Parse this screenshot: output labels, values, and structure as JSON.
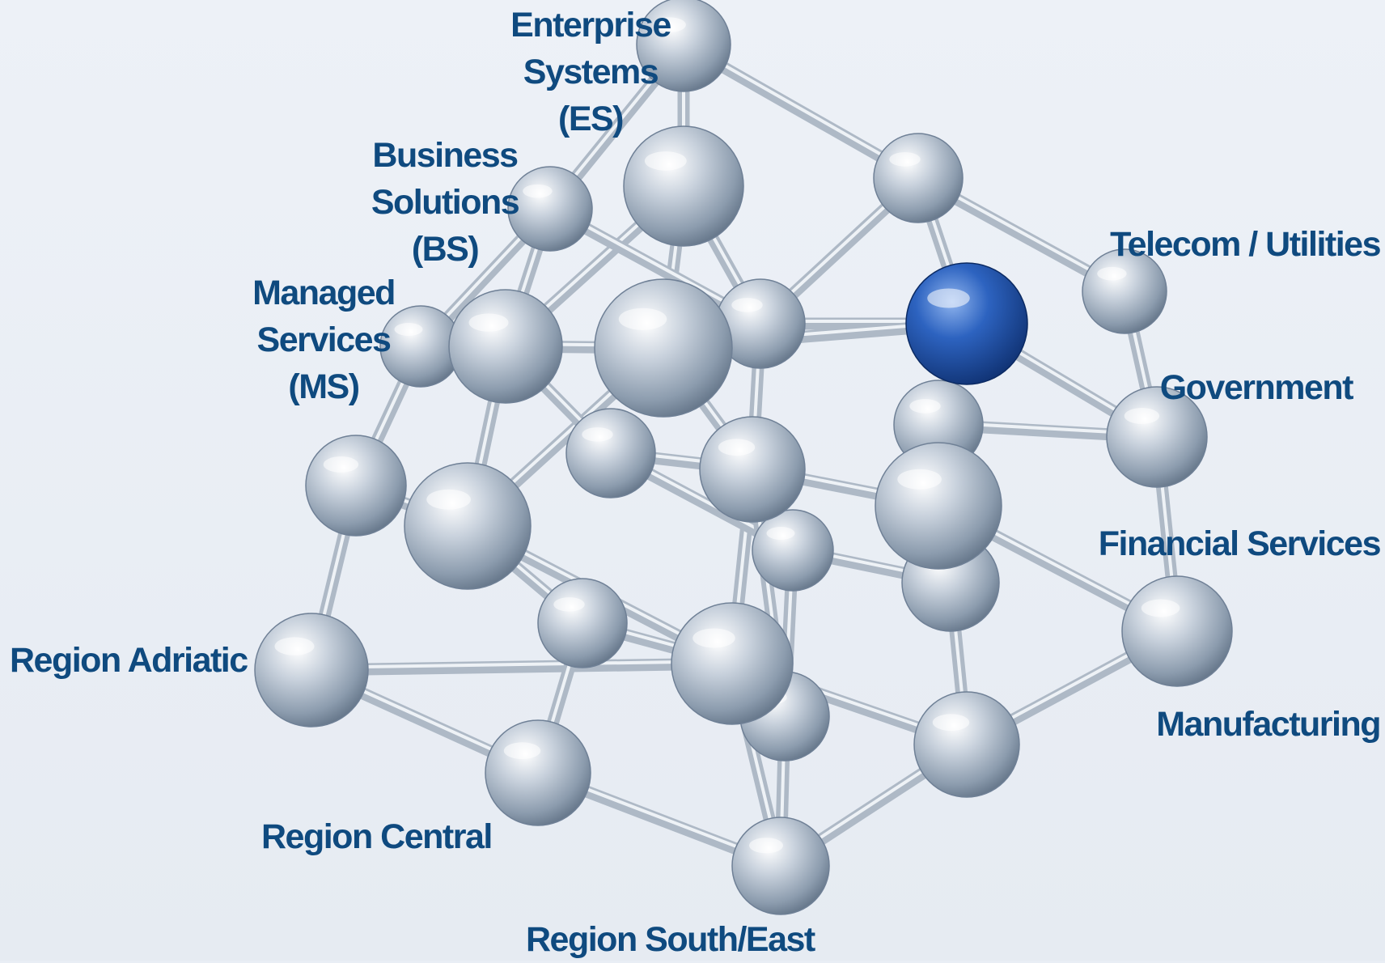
{
  "diagram": {
    "accent_color": "#1f56a8",
    "sphere_color": "#9aa9ba",
    "rod_color": "#aeb9c6",
    "label_color": "#0f4a7f"
  },
  "labels": {
    "enterprise_systems": [
      "Enterprise",
      "Systems",
      "(ES)"
    ],
    "business_solutions": [
      "Business",
      "Solutions",
      "(BS)"
    ],
    "managed_services": [
      "Managed",
      "Services",
      "(MS)"
    ],
    "telecom_utilities": "Telecom / Utilities",
    "government": "Government",
    "financial_services": "Financial Services",
    "manufacturing": "Manufacturing",
    "region_adriatic": "Region Adriatic",
    "region_central": "Region Central",
    "region_south_east": "Region South/East"
  }
}
